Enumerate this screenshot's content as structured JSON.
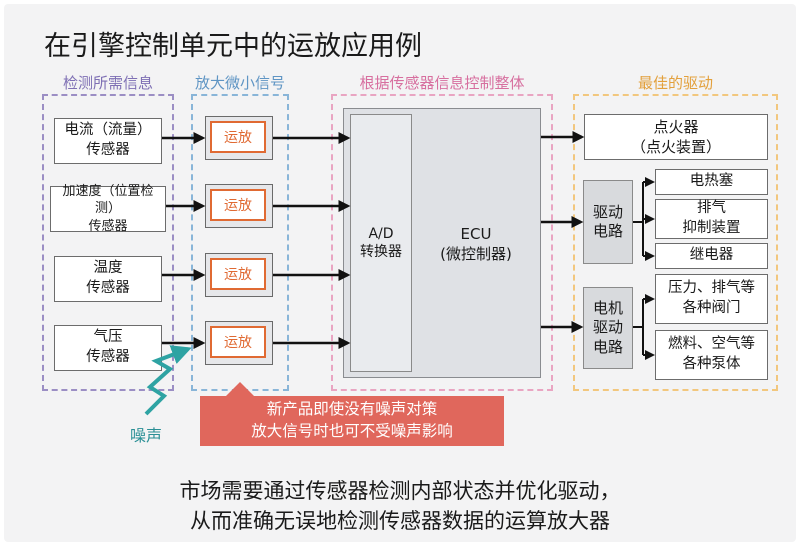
{
  "title": "在引擎控制单元中的运放应用例",
  "groups": {
    "sensing": "检测所需信息",
    "amplify": "放大微小信号",
    "control": "根据传感器信息控制整体",
    "drive": "最佳的驱动"
  },
  "colors": {
    "sensing": "#9b8ec4",
    "amplify": "#89b5d8",
    "control": "#e9a5c2",
    "drive": "#f2c77e",
    "accent": "#e06a33",
    "noise": "#2ea3a3",
    "callout": "#e0675c"
  },
  "sensors": [
    "电流（流量）\n传感器",
    "加速度（位置检测）\n传感器",
    "温度\n传感器",
    "气压\n传感器"
  ],
  "amp_label": "运放",
  "adc_label": "A/D\n转换器",
  "ecu_label": "ECU\n(微控制器)",
  "igniter_label": "点火器\n（点火装置）",
  "drive_circuit_label": "驱动\n电路",
  "drive_outputs": [
    "电热塞",
    "排气\n抑制装置",
    "继电器"
  ],
  "motor_drive_label": "电机\n驱动\n电路",
  "motor_outputs": [
    "压力、排气等\n各种阀门",
    "燃料、空气等\n各种泵体"
  ],
  "noise_label": "噪声",
  "callout_text": "新产品即使没有噪声对策\n放大信号时也可不受噪声影响",
  "bottom_text": "市场需要通过传感器检测内部状态并优化驱动，\n从而准确无误地检测传感器数据的运算放大器"
}
